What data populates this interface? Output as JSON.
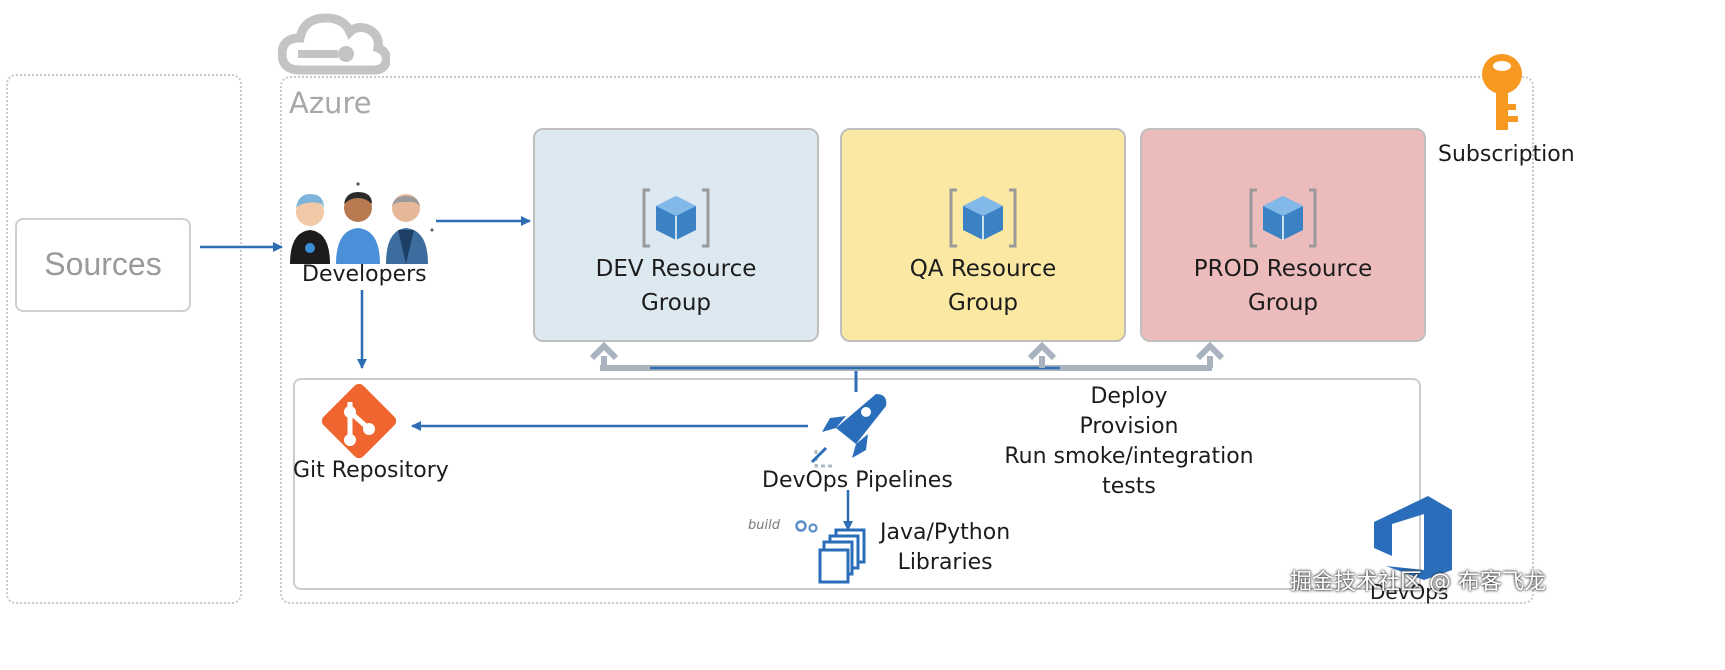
{
  "sources": {
    "label": "Sources"
  },
  "azure": {
    "label": "Azure",
    "subscription_label": "Subscription"
  },
  "developers": {
    "label": "Developers"
  },
  "resource_groups": [
    {
      "line1": "DEV Resource",
      "line2": "Group",
      "color": "#dde9f1"
    },
    {
      "line1": "QA Resource",
      "line2": "Group",
      "color": "#fbe9a3"
    },
    {
      "line1": "PROD Resource",
      "line2": "Group",
      "color": "#ecbcbc"
    }
  ],
  "git": {
    "label": "Git Repository"
  },
  "pipelines": {
    "label": "DevOps Pipelines"
  },
  "deploy_text": {
    "line1": "Deploy",
    "line2": "Provision",
    "line3": "Run smoke/integration tests"
  },
  "libraries": {
    "line1": "Java/Python",
    "line2": "Libraries",
    "build_label": "build"
  },
  "devops": {
    "label": "DevOps"
  },
  "watermark": "掘金技术社区 @ 布客飞龙",
  "colors": {
    "arrow": "#2e6db4",
    "azure_blue": "#2a6ebb",
    "git_orange": "#f0652f",
    "key_orange": "#f79820"
  }
}
